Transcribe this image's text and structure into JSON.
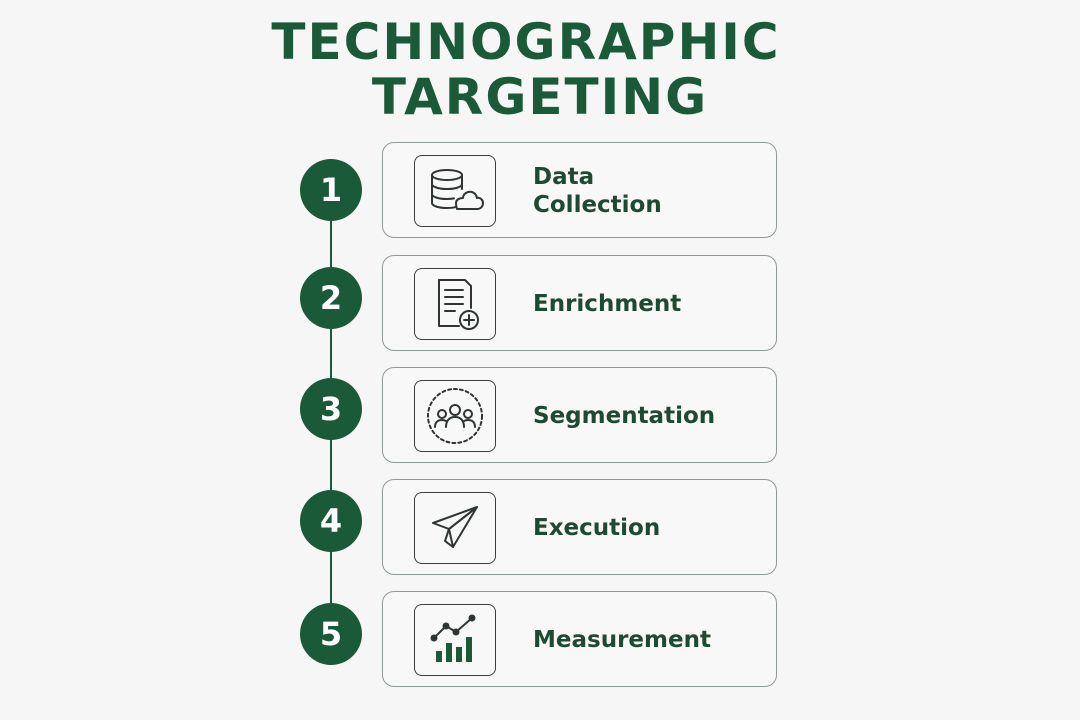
{
  "title": {
    "line1": "TECHNOGRAPHIC",
    "line2": "TARGETING"
  },
  "steps": [
    {
      "number": "1",
      "label_line1": "Data",
      "label_line2": "Collection",
      "icon": "database-cloud-icon"
    },
    {
      "number": "2",
      "label_line1": "Enrichment",
      "label_line2": "",
      "icon": "document-plus-icon"
    },
    {
      "number": "3",
      "label_line1": "Segmentation",
      "label_line2": "",
      "icon": "people-group-icon"
    },
    {
      "number": "4",
      "label_line1": "Execution",
      "label_line2": "",
      "icon": "paper-plane-icon"
    },
    {
      "number": "5",
      "label_line1": "Measurement",
      "label_line2": "",
      "icon": "bar-chart-trend-icon"
    }
  ],
  "colors": {
    "accent": "#1b5a38",
    "text": "#1e4a33",
    "background": "#f6f6f6",
    "border": "#8f9a93"
  }
}
